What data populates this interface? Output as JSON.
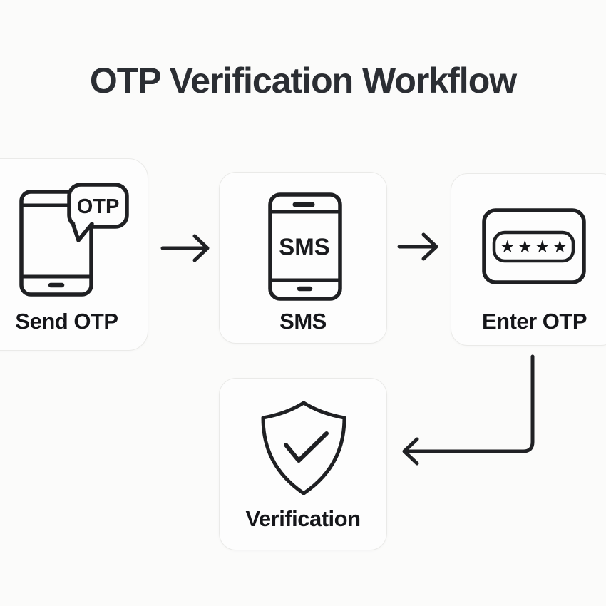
{
  "title": "OTP Verification Workflow",
  "steps": [
    {
      "label": "Send OTP",
      "icon": "phone-otp-bubble-icon",
      "bubble_text": "OTP"
    },
    {
      "label": "SMS",
      "icon": "phone-sms-icon",
      "screen_text": "SMS"
    },
    {
      "label": "Enter OTP",
      "icon": "otp-input-stars-icon",
      "stars_text": "★★★★"
    },
    {
      "label": "Verification",
      "icon": "shield-check-icon"
    }
  ],
  "connectors": [
    {
      "name": "arrow-send-otp-to-sms",
      "type": "arrow-right"
    },
    {
      "name": "arrow-sms-to-enter-otp",
      "type": "arrow-right"
    },
    {
      "name": "arrow-enter-otp-to-verification",
      "type": "elbow-arrow-down-left"
    }
  ],
  "colors": {
    "background": "#fbfbfa",
    "card_background": "#fdfdfd",
    "card_border": "#eaeae8",
    "icon_stroke": "#1f2023",
    "arrow": "#202124",
    "title_text": "#2b2e33",
    "label_text": "#15161a"
  }
}
